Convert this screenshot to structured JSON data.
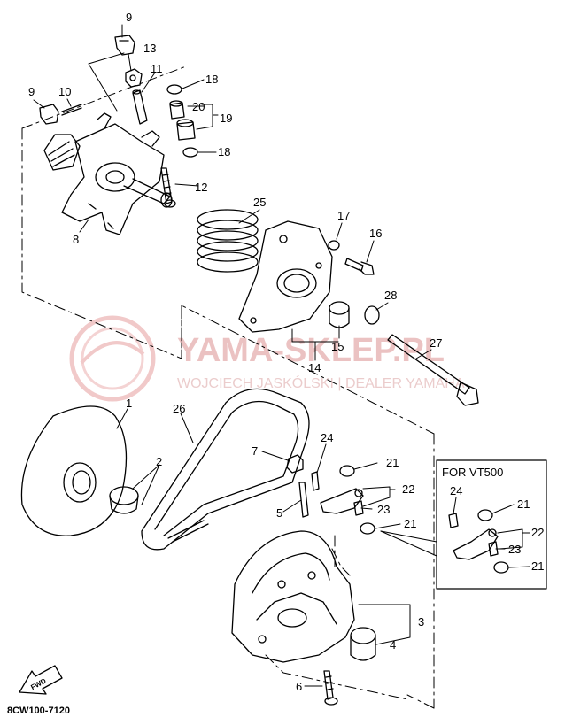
{
  "diagram": {
    "code": "8CW100-7120",
    "inset_title": "FOR VT500",
    "fwd_label": "FWD",
    "watermark": {
      "main": "YAMA-SKLEP.PL",
      "sub": "WOJCIECH JASKÓLSKI | DEALER YAMAHA"
    },
    "callouts": {
      "c1": "1",
      "c2": "2",
      "c3": "3",
      "c4": "4",
      "c5": "5",
      "c6": "6",
      "c7": "7",
      "c8": "8",
      "c9a": "9",
      "c9b": "9",
      "c10": "10",
      "c11": "11",
      "c12": "12",
      "c13": "13",
      "c14": "14",
      "c15": "15",
      "c16": "16",
      "c17": "17",
      "c18a": "18",
      "c18b": "18",
      "c19": "19",
      "c20": "20",
      "c21a": "21",
      "c21b": "21",
      "c21c": "21",
      "c21d": "21",
      "c22a": "22",
      "c22b": "22",
      "c23a": "23",
      "c23b": "23",
      "c24a": "24",
      "c24b": "24",
      "c25": "25",
      "c26": "26",
      "c27": "27",
      "c28": "28"
    }
  }
}
